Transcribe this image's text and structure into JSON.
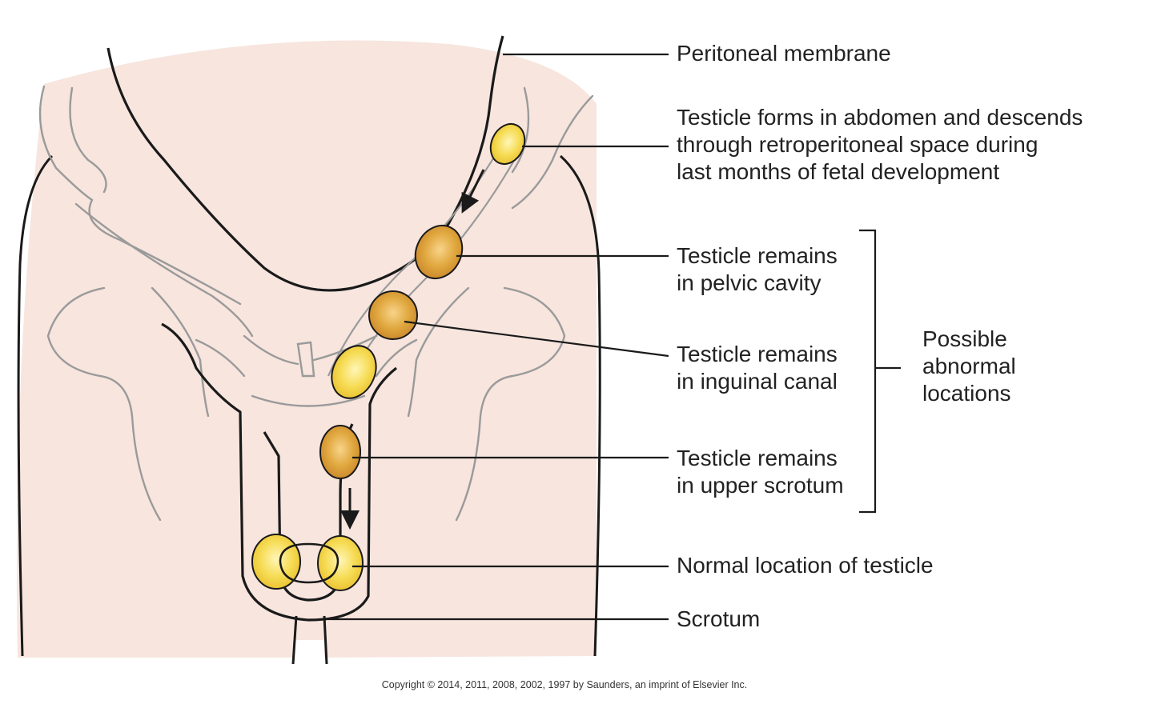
{
  "labels": {
    "peritoneal": "Peritoneal membrane",
    "forms_line1": "Testicle forms in abdomen and descends",
    "forms_line2": "through retroperitoneal space during",
    "forms_line3": "last months of fetal development",
    "pelvic_line1": "Testicle remains",
    "pelvic_line2": "in pelvic cavity",
    "inguinal_line1": "Testicle remains",
    "inguinal_line2": "in inguinal canal",
    "upper_line1": "Testicle remains",
    "upper_line2": "in upper scrotum",
    "possible_line1": "Possible",
    "possible_line2": "abnormal",
    "possible_line3": "locations",
    "normal": "Normal location of testicle",
    "scrotum": "Scrotum"
  },
  "copyright": "Copyright © 2014, 2011, 2008, 2002, 1997 by Saunders, an imprint of Elsevier Inc.",
  "colors": {
    "skin": "#f7e5de",
    "outline": "#1a1a1a",
    "bone": "#9a9a9a",
    "testis_light": "#f4d54a",
    "testis_dark": "#d79a2e"
  }
}
